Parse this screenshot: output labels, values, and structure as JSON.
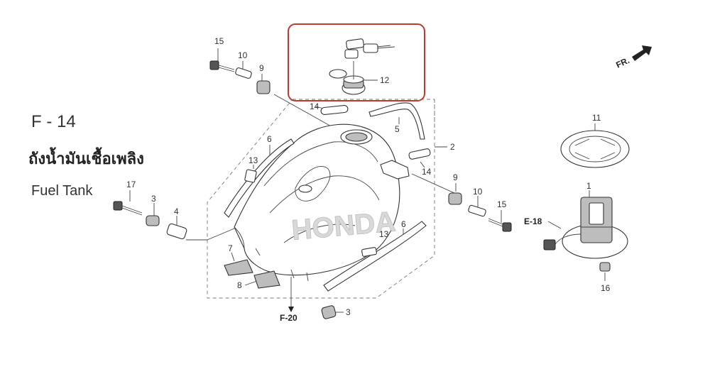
{
  "diagram": {
    "section_code": "F - 14",
    "title_thai": "ถังน้ำมันเชื้อเพลิง",
    "title_english": "Fuel Tank",
    "direction_label": "FR.",
    "highlight_color": "#c0392b",
    "watermark": "HONDA",
    "references": {
      "e18": "E-18",
      "f20": "F-20"
    },
    "callouts": {
      "c1": "1",
      "c2": "2",
      "c3a": "3",
      "c3b": "3",
      "c4": "4",
      "c5": "5",
      "c6a": "6",
      "c6b": "6",
      "c7": "7",
      "c8": "8",
      "c9a": "9",
      "c9b": "9",
      "c10a": "10",
      "c10b": "10",
      "c11": "11",
      "c12": "12",
      "c13a": "13",
      "c13b": "13",
      "c14a": "14",
      "c14b": "14",
      "c15a": "15",
      "c15b": "15",
      "c16": "16",
      "c17": "17"
    }
  }
}
